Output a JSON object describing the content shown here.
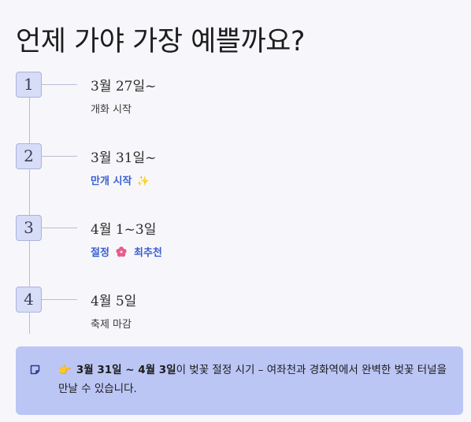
{
  "page": {
    "title": "언제 가야 가장 예쁠까요?"
  },
  "timeline": {
    "steps": [
      {
        "number": "1",
        "date": "3월 27일~",
        "desc": "개화 시작",
        "accent": false
      },
      {
        "number": "2",
        "date": "3월 31일~",
        "desc": "만개 시작",
        "emoji": "✨",
        "accent": true
      },
      {
        "number": "3",
        "date": "4월 1~3일",
        "desc_before": "절정",
        "desc_after": "최추천",
        "flower_icon": "cherry-blossom-icon",
        "accent": true
      },
      {
        "number": "4",
        "date": "4월 5일",
        "desc": "축제 마감",
        "accent": false
      }
    ]
  },
  "note": {
    "icon": "note-icon",
    "pointer": "👉",
    "highlight": "3월 31일 ~ 4월 3일",
    "text": "이 벚꽃 절정 시기 – 여좌천과 경화역에서 완벽한 벚꽃 터널을 만날 수 있습니다."
  },
  "colors": {
    "accent": "#3b5fd0",
    "badge_bg": "#d7dcf7",
    "badge_border": "#a9b2e0",
    "note_bg": "#bcc6f5",
    "flower": "#e85c8a"
  }
}
